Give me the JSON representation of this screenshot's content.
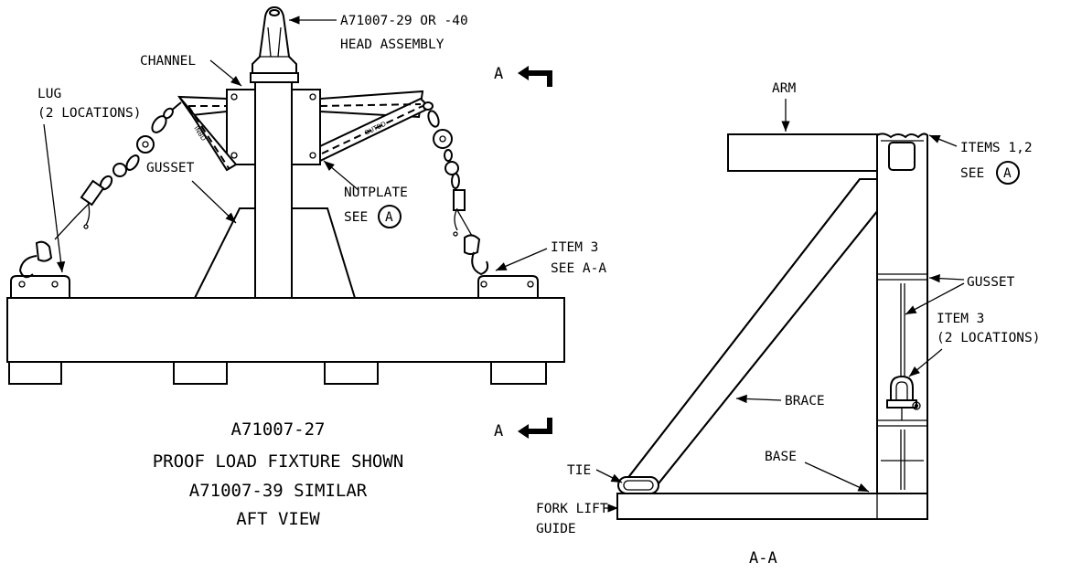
{
  "labels": {
    "head_assembly_1": "A71007-29 OR -40",
    "head_assembly_2": "HEAD ASSEMBLY",
    "channel": "CHANNEL",
    "lug_1": "LUG",
    "lug_2": "(2 LOCATIONS)",
    "gusset_left": "GUSSET",
    "nutplate": "NUTPLATE",
    "see_left": "SEE",
    "item3_left_1": "ITEM 3",
    "item3_left_2": "SEE A-A",
    "section_marker": "A",
    "arm": "ARM",
    "items12": "ITEMS 1,2",
    "see_right": "SEE",
    "gusset_right": "GUSSET",
    "item3_right_1": "ITEM 3",
    "item3_right_2": "(2 LOCATIONS)",
    "brace": "BRACE",
    "base": "BASE",
    "tie": "TIE",
    "forklift_1": "FORK LIFT",
    "forklift_2": "GUIDE",
    "circle_ref": "A",
    "arm_mark_left": "INBD",
    "arm_mark_right": "OUTBD"
  },
  "caption": {
    "line1": "A71007-27",
    "line2": "PROOF LOAD FIXTURE SHOWN",
    "line3": "A71007-39 SIMILAR",
    "line4": "AFT VIEW"
  },
  "section_title": "A-A"
}
